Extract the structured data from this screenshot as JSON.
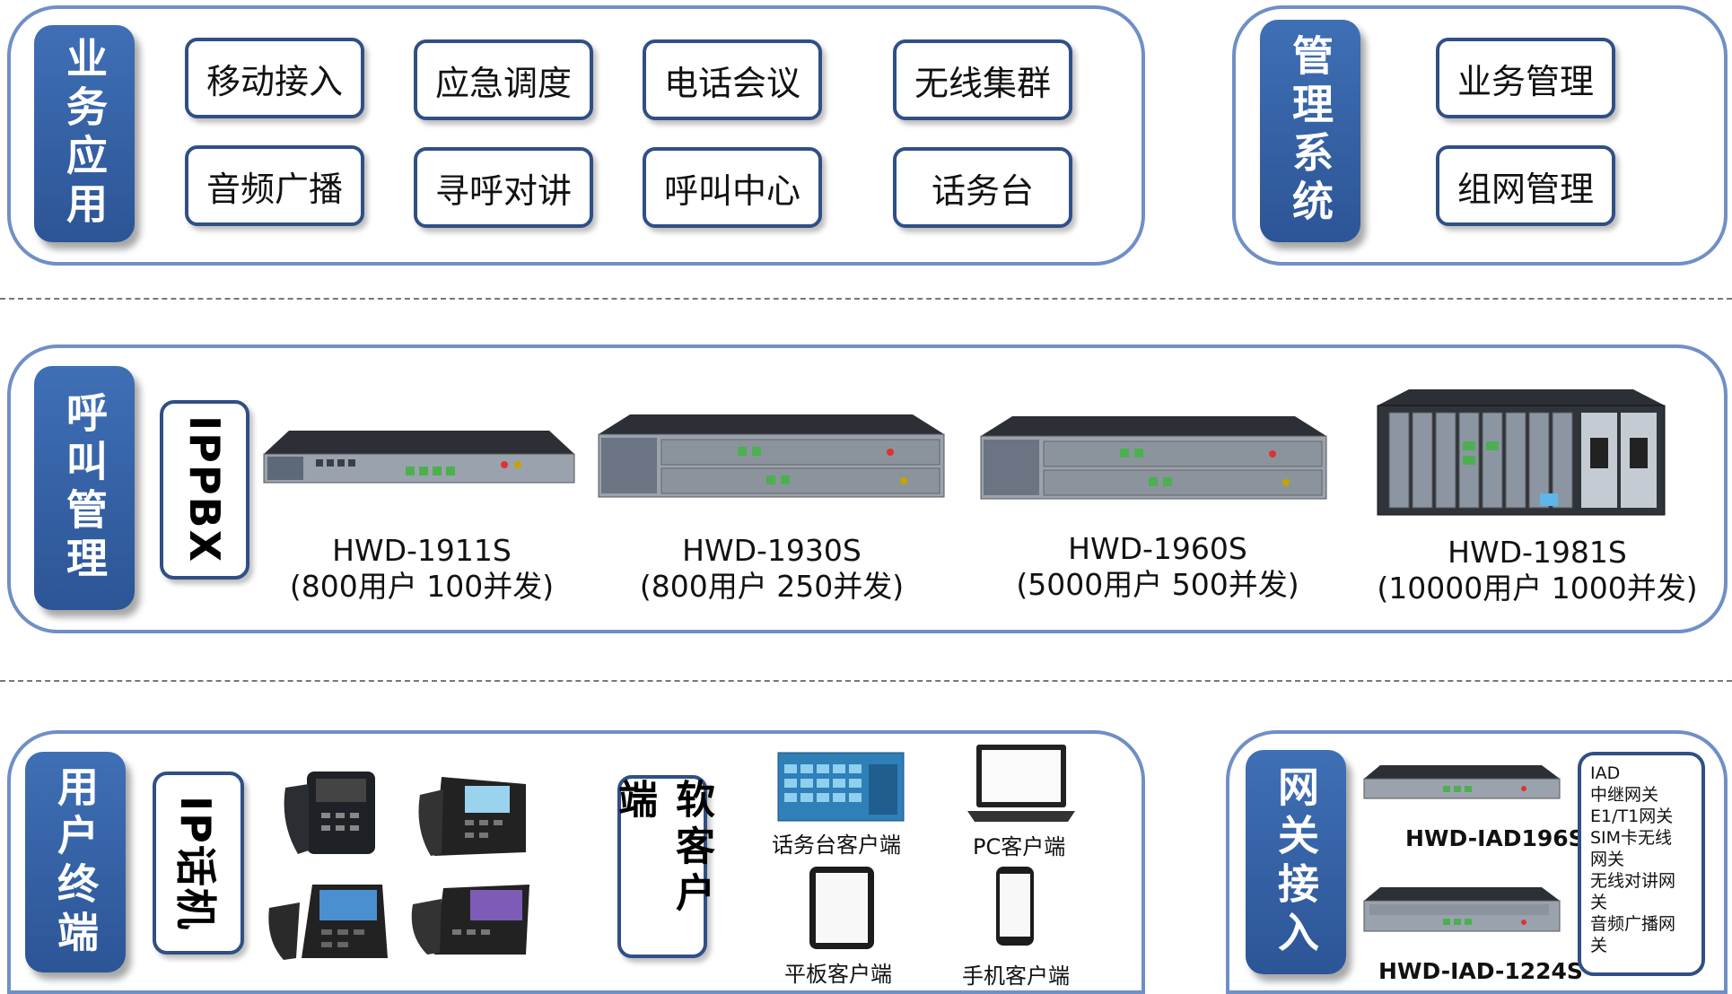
{
  "sections": {
    "business": {
      "title": "业务应用",
      "items": [
        "移动接入",
        "应急调度",
        "电话会议",
        "无线集群",
        "音频广播",
        "寻呼对讲",
        "呼叫中心",
        "话务台"
      ]
    },
    "management": {
      "title": "管理系统",
      "items": [
        "业务管理",
        "组网管理"
      ]
    },
    "call": {
      "title": "呼叫管理",
      "tag": "IPPBX",
      "devices": [
        {
          "model": "HWD-1911S",
          "spec": "(800用户 100并发)"
        },
        {
          "model": "HWD-1930S",
          "spec": "(800用户 250并发)"
        },
        {
          "model": "HWD-1960S",
          "spec": "(5000用户 500并发)"
        },
        {
          "model": "HWD-1981S",
          "spec": "(10000用户 1000并发)"
        }
      ]
    },
    "terminal": {
      "title": "用户终端",
      "phone_tag": "IP话机",
      "soft_tag": "软客户端",
      "clients": [
        "话务台客户端",
        "PC客户端",
        "平板客户端",
        "手机客户端"
      ]
    },
    "gateway": {
      "title": "网关接入",
      "devices": [
        "HWD-IAD196S",
        "HWD-IAD-1224S"
      ],
      "features": [
        "IAD",
        "中继网关",
        "E1/T1网关",
        "SIM卡无线",
        "网关",
        "无线对讲网",
        "关",
        "音频广播网",
        "关"
      ]
    }
  },
  "colors": {
    "panel_border": "#6f8fc6",
    "title_fill": "#2f5ea3",
    "box_border": "#2f4f86"
  }
}
